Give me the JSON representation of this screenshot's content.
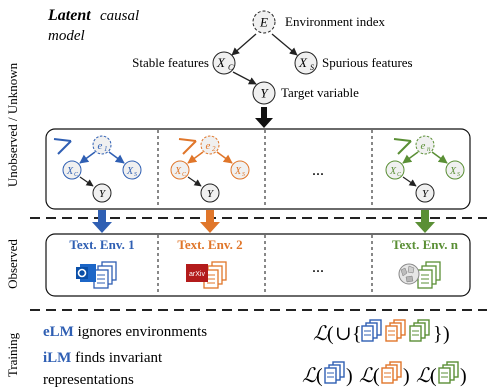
{
  "header": {
    "latent_word": "Latent",
    "causal_word": "causal",
    "model_word": "model"
  },
  "graph": {
    "env_node": "E",
    "env_label": "Environment index",
    "stable_label": "Stable features",
    "spurious_label": "Spurious features",
    "target_label": "Target variable",
    "xc_main": "X",
    "xc_sub": "C",
    "xs_main": "X",
    "xs_sub": "S",
    "y_node": "Y"
  },
  "side_labels": {
    "unobserved": "Unobserved / Unknown",
    "observed": "Observed",
    "training": "Training"
  },
  "panels": [
    {
      "color": "#2f5fb3",
      "e_main": "e",
      "e_sub": "1"
    },
    {
      "color": "#e0762a",
      "e_main": "e",
      "e_sub": "2"
    },
    {
      "color": "#5a8f35",
      "e_main": "e",
      "e_sub": "n"
    }
  ],
  "ellipsis": "...",
  "environments": [
    {
      "label": "Text. Env. 1",
      "color": "#2f5fb3",
      "icon": "outlook-icon"
    },
    {
      "label": "Text. Env. 2",
      "color": "#e0762a",
      "icon": "arxiv-icon",
      "icon_text": "arXiv"
    },
    {
      "label": "Text. Env. n",
      "color": "#5a8f35",
      "icon": "wikipedia-globe-icon"
    }
  ],
  "training": {
    "elm_bold": "eLM",
    "elm_rest": " ignores environments",
    "ilm_bold": "iLM",
    "ilm_rest": " finds invariant",
    "ilm_line2": "representations",
    "loss_symbol": "ℒ",
    "union_symbol": "∪"
  },
  "colors": {
    "blue": "#2f5fb3",
    "orange": "#e0762a",
    "green": "#5a8f35",
    "node_fill": "#f0f0f0"
  }
}
